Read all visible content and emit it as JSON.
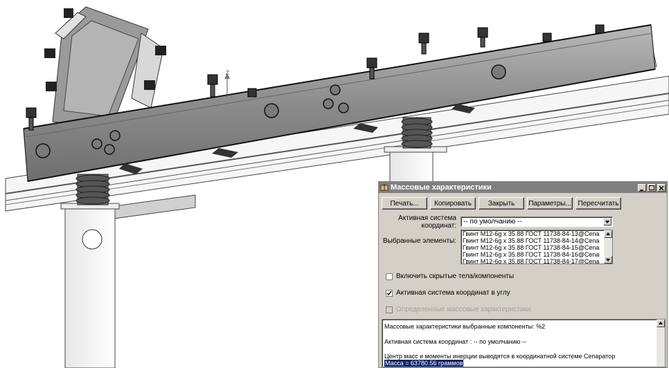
{
  "window": {
    "title": "Массовые характеристики"
  },
  "toolbar": {
    "print": "Печать...",
    "copy": "Копировать",
    "close": "Закрыть",
    "params": "Параметры...",
    "recalc": "Пересчитать"
  },
  "coord": {
    "label_line1": "Активная система",
    "label_line2": "координат:",
    "value": "-- по умолчанию --"
  },
  "selected": {
    "label": "Выбранные элементы:",
    "items": [
      "Гвинт M12-6g x 35.88 ГОСТ 11738-84-13@Cena",
      "Гвинт M12-6g x 35.88 ГОСТ 11738-84-14@Cena",
      "Гвинт M12-6g x 35.88 ГОСТ 11738-84-15@Cena",
      "Гвинт M12-6g x 35.88 ГОСТ 11738-84-16@Cena",
      "Гвинт M12-6g x 35.88 ГОСТ 11738-84-17@Cena"
    ]
  },
  "options": {
    "hidden_bodies": "Включить скрытые тела/компоненты",
    "coord_corner": "Активная система координат в углу",
    "assigned_mass": "Определенные массовые характеристики",
    "hidden_bodies_checked": false,
    "coord_corner_checked": true,
    "assigned_mass_checked": false
  },
  "report": {
    "line1": "Массовые характеристики  выбранные компоненты:  %2",
    "line2": "Активная система координат : -- по умолчанию --",
    "line3": "Центр масс и моменты инерции выводятся в координатной системе  Сепаратор",
    "line4": "Масса = 63780.56 граммов"
  },
  "triad": {
    "axis": "Z"
  },
  "colors": {
    "title_bar_inactive": "#808080",
    "dialog_face": "#d4d0c8",
    "selection": "#0a246a"
  }
}
